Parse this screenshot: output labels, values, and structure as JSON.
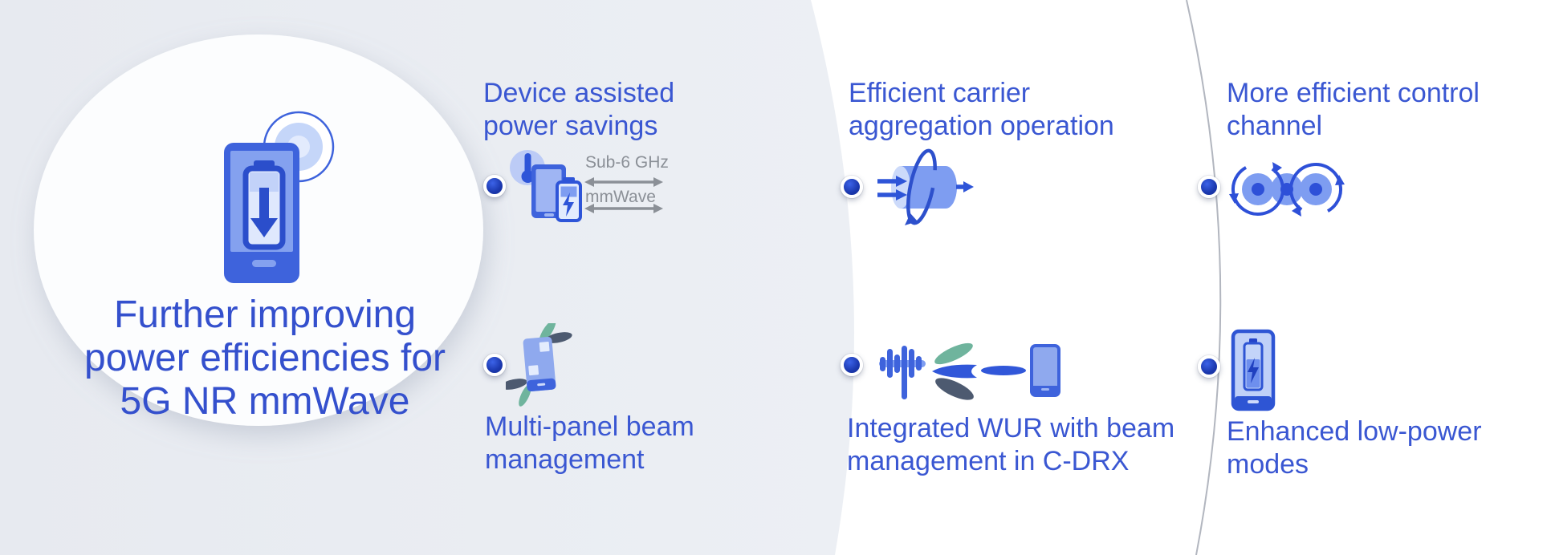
{
  "center": {
    "title_lines": [
      "Further improving",
      "power efficiencies for",
      "5G NR mmWave"
    ],
    "icon": "phone-battery-saving-icon"
  },
  "items": [
    {
      "heading_lines": [
        "Device assisted",
        "power savings"
      ],
      "icon": "dual-band-phones-thermometer-icon",
      "labels": [
        "Sub-6 GHz",
        "mmWave"
      ]
    },
    {
      "heading_lines": [
        "Multi-panel beam",
        "management"
      ],
      "icon": "multi-panel-phone-beams-icon"
    },
    {
      "heading_lines": [
        "Efficient carrier",
        "aggregation operation"
      ],
      "icon": "carrier-aggregation-cylinder-icon"
    },
    {
      "heading_lines": [
        "Integrated WUR with beam",
        "management in C-DRX"
      ],
      "icon": "antenna-beams-phone-icon"
    },
    {
      "heading_lines": [
        "More efficient control",
        "channel"
      ],
      "icon": "overlapping-circles-rotation-icon"
    },
    {
      "heading_lines": [
        "Enhanced low-power",
        "modes"
      ],
      "icon": "phone-battery-bolt-icon"
    }
  ],
  "colors": {
    "heading_blue": "#3a57d2",
    "title_blue": "#3450cd",
    "icon_blue": "#3e63dc",
    "icon_dark_blue": "#2e55d8",
    "icon_mid_blue": "#7e9df1",
    "icon_light_blue": "#bccbf6",
    "icon_pale_blue": "#e2ebfd",
    "teal_beam": "#6fb49d",
    "slate_beam": "#4d5a70",
    "gray_text": "#8b9097",
    "gray_blob": "#e9ecf2",
    "divider_gray": "#b2b6bf",
    "bullet_navy": "#1b38ae"
  }
}
